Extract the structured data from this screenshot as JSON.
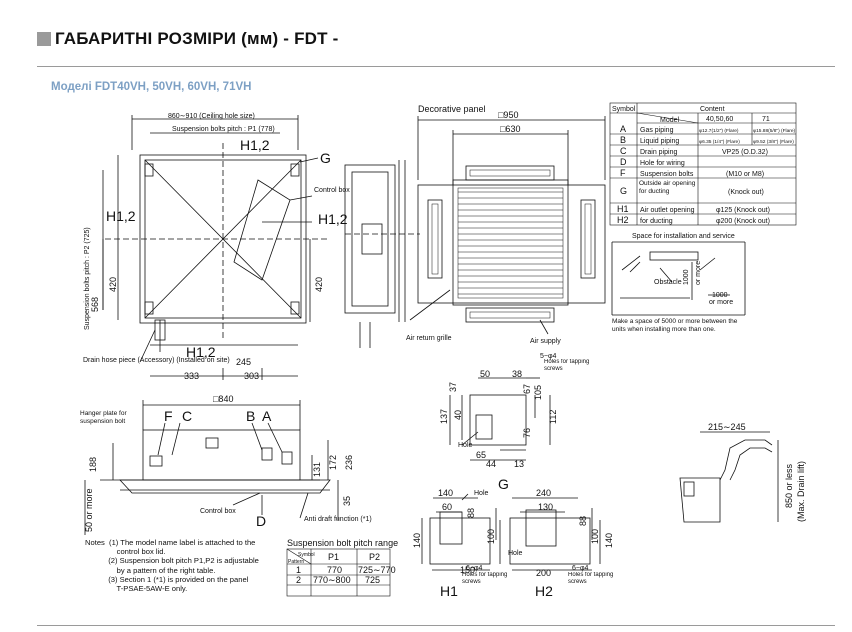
{
  "header": {
    "title": "ГАБАРИТНІ РОЗМІРИ (мм)  - FDT -",
    "subtitle": "Моделі  FDT40VH, 50VH, 60VH, 71VH"
  },
  "top_view": {
    "ceiling_hole": "860∼910 (Ceiling hole size)",
    "bolts_pitch": "Suspension bolts pitch : P1 (778)",
    "vertical_pitch": "Suspension bolts pitch : P2 (725)",
    "h12_top": "H1,2",
    "h12_left": "H1,2",
    "h12_right": "H1,2",
    "h12_bottom": "H1,2",
    "g_label": "G",
    "control_box": "Control box",
    "dim_568": "568",
    "dim_420_left": "420",
    "dim_420_right": "420",
    "dim_245": "245",
    "dim_333": "333",
    "dim_303": "303",
    "drain_hose": "Drain hose piece (Accessory) (Installed on site)"
  },
  "front_view": {
    "decorative_panel": "Decorative panel",
    "dim_950": "□950",
    "dim_630": "□630",
    "air_return": "Air return grille",
    "air_supply": "Air supply"
  },
  "table": {
    "header_symbol": "Symbol",
    "header_content": "Content",
    "header_model": "Model",
    "header_m1": "40,50,60",
    "header_m2": "71",
    "rows": [
      {
        "sym": "A",
        "item": "Gas piping",
        "v1": "φ12.7(1/2\") (Flare)",
        "v2": "φ15.88(5/8\") (Flare)"
      },
      {
        "sym": "B",
        "item": "Liquid piping",
        "v1": "φ6.35 (1/4\") (Flare)",
        "v2": "φ9.52 (3/8\") (Flare)"
      },
      {
        "sym": "C",
        "item": "Drain piping",
        "v1": "VP25 (O.D.32)",
        "v2": ""
      },
      {
        "sym": "D",
        "item": "Hole for wiring",
        "v1": "",
        "v2": ""
      },
      {
        "sym": "F",
        "item": "Suspension bolts",
        "v1": "(M10 or M8)",
        "v2": ""
      },
      {
        "sym": "G",
        "item": "Outside air opening for ducting",
        "v1": "(Knock out)",
        "v2": ""
      },
      {
        "sym": "H1",
        "item": "Air outlet opening",
        "v1": "φ125 (Knock out)",
        "v2": ""
      },
      {
        "sym": "H2",
        "item": "for ducting",
        "v1": "φ200 (Knock out)",
        "v2": ""
      }
    ]
  },
  "service": {
    "title": "Space for installation and service",
    "obstacle": "Obstacle",
    "dim_1000_a": "1000",
    "dim_1000_b": "1000",
    "or_more_a": "or more",
    "or_more_b": "or more",
    "note": "Make a space of 5000 or more between the units when installing more than one."
  },
  "side_view": {
    "dim_840": "□840",
    "hanger": "Hanger plate for suspension bolt",
    "f": "F",
    "c": "C",
    "b": "B",
    "a": "A",
    "d": "D",
    "dim_188": "188",
    "dim_131": "131",
    "dim_172": "172",
    "dim_236": "236",
    "dim_35": "35",
    "dim_50_more": "50 or more",
    "control_box": "Control box",
    "anti_draft": "Anti draft function (*1)"
  },
  "g_detail": {
    "dim_50": "50",
    "dim_38": "38",
    "dim_5phi4": "5−φ4",
    "holes": "Holes for tapping screws",
    "dim_37": "37",
    "dim_67": "67",
    "dim_105": "105",
    "dim_112": "112",
    "dim_137": "137",
    "dim_40": "40",
    "dim_76": "76",
    "hole": "Hole",
    "dim_65": "65",
    "dim_44": "44",
    "dim_13": "13",
    "label": "G"
  },
  "h1_detail": {
    "dim_140": "140",
    "hole": "Hole",
    "dim_60": "60",
    "dim_88": "88",
    "dim_100": "100",
    "dim_140v": "140",
    "dim_6phi4": "6−φ4",
    "holes": "Holes for tapping screws",
    "dim_150": "150",
    "label": "H1"
  },
  "h2_detail": {
    "dim_240": "240",
    "dim_130": "130",
    "dim_88": "88",
    "dim_100": "100",
    "dim_140v": "140",
    "hole": "Hole",
    "dim_200": "200",
    "dim_6phi4": "6−φ4",
    "holes": "Holes for tapping screws",
    "label": "H2"
  },
  "drain_lift": {
    "dim_215": "215∼245",
    "dim_850": "850 or less",
    "max": "(Max. Drain lift)"
  },
  "notes": {
    "l1": "Notes  (1) The model name label is attached to the",
    "l2": "               control box lid.",
    "l3": "           (2) Suspension bolt pitch P1,P2 is adjustable",
    "l4": "               by a pattern of the right table.",
    "l5": "           (3) Section 1 (*1) is provided on the panel",
    "l6": "               T-PSAE-5AW-E only."
  },
  "pitch_table": {
    "title": "Suspension bolt pitch range",
    "h_symbol": "Symbol",
    "h_pattern": "Pattern",
    "h_p1": "P1",
    "h_p2": "P2",
    "rows": [
      {
        "pat": "1",
        "p1": "770",
        "p2": "725∼770"
      },
      {
        "pat": "2",
        "p1": "770∼800",
        "p2": "725"
      }
    ]
  }
}
